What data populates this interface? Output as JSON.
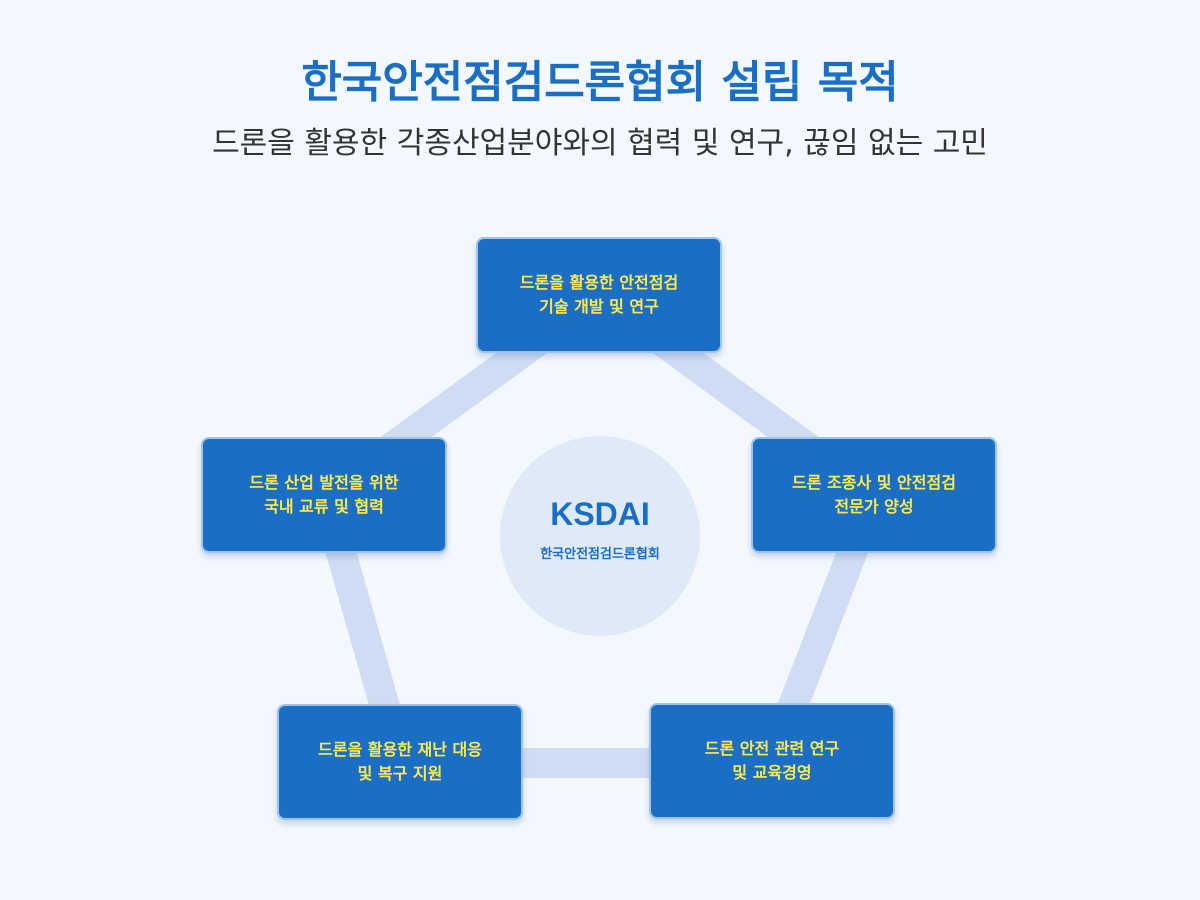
{
  "header": {
    "title": "한국안전점검드론협회 설립 목적",
    "subtitle": "드론을 활용한 각종산업분야와의 협력 및 연구, 끊임 없는 고민"
  },
  "center": {
    "title": "KSDAI",
    "subtitle": "한국안전점검드론협회"
  },
  "purposes": [
    {
      "line1": "드론을 활용한 안전점검",
      "line2": "기술 개발 및 연구"
    },
    {
      "line1": "드론 조종사 및 안전점검",
      "line2": "전문가 양성"
    },
    {
      "line1": "드론 안전 관련 연구",
      "line2": "및 교육경영"
    },
    {
      "line1": "드론을 활용한 재난 대응",
      "line2": "및 복구 지원"
    },
    {
      "line1": "드론 산업 발전을 위한",
      "line2": "국내 교류 및 협력"
    }
  ],
  "colors": {
    "background": "#f3f7fe",
    "title": "#1a6fc4",
    "box_fill": "#1a6fc4",
    "box_text": "#ffe94d",
    "ring": "#cfdcf3",
    "center_fill": "#dfe9f8"
  }
}
